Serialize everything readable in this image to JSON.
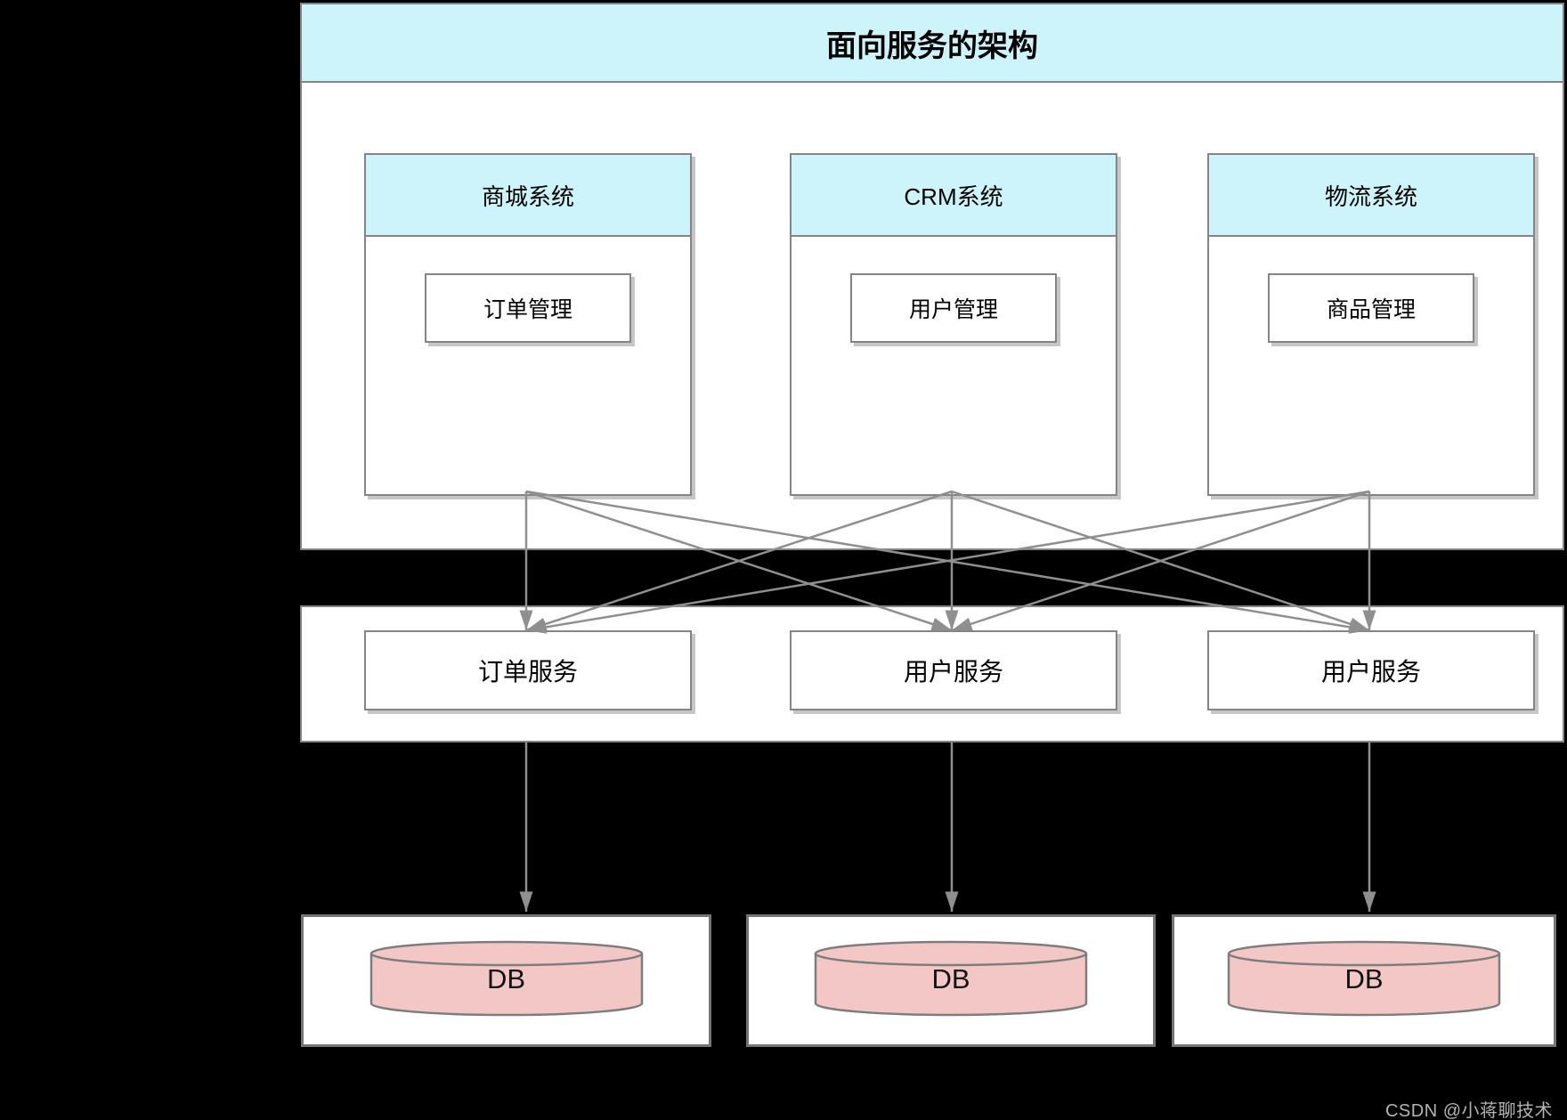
{
  "title": "面向服务的架构",
  "systems": [
    {
      "name": "商城系统",
      "module": "订单管理"
    },
    {
      "name": "CRM系统",
      "module": "用户管理"
    },
    {
      "name": "物流系统",
      "module": "商品管理"
    }
  ],
  "services": [
    {
      "label": "订单服务"
    },
    {
      "label": "用户服务"
    },
    {
      "label": "用户服务"
    }
  ],
  "databases": [
    {
      "label": "DB"
    },
    {
      "label": "DB"
    },
    {
      "label": "DB"
    }
  ],
  "watermark": "CSDN @小蒋聊技术",
  "colors": {
    "background": "#000000",
    "header_fill": "#cdf4fa",
    "db_fill": "#f4c7c7",
    "border": "#848484",
    "arrow": "#8f8f8f",
    "watermark": "#b3b3b3"
  }
}
